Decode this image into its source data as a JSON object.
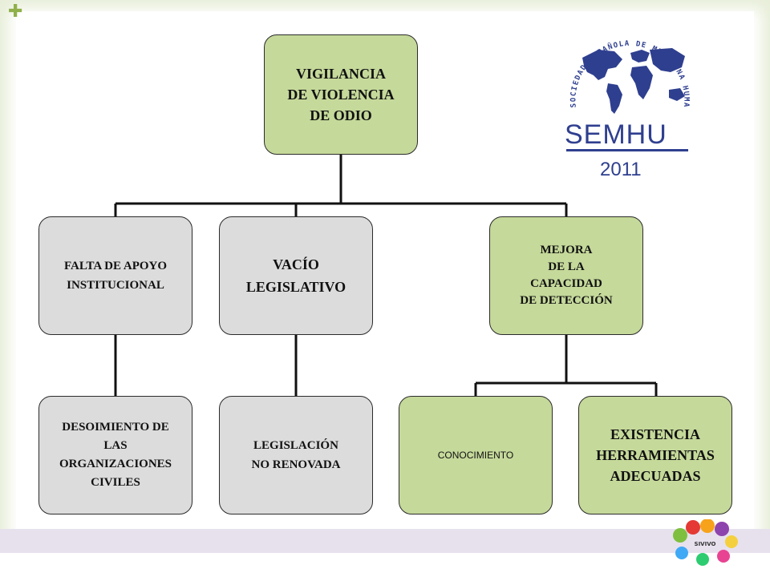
{
  "diagram": {
    "root": "VIGILANCIA \nDE VIOLENCIA\nDE ODIO",
    "level1": [
      "FALTA DE APOYO\nINSTITUCIONAL",
      "VACÍO\nLEGISLATIVO",
      "MEJORA\nDE LA\nCAPACIDAD\nDE DETECCIÓN"
    ],
    "level2": [
      "DESOIMIENTO DE\nLAS\nORGANIZACIONES\nCIVILES",
      "LEGISLACIÓN\nNO RENOVADA",
      "CONOCIMIENTO",
      "EXISTENCIA\nHERRAMIENTAS\nADECUADAS"
    ]
  },
  "logo": {
    "ring_text": "SOCIEDAD ESPAÑOLA DE MEDICINA HUMANITARIA",
    "acronym": "SEMHU",
    "year": "2011"
  },
  "footer_logo": {
    "label": "SIVIVO"
  },
  "colors": {
    "green_box": "#c5d99a",
    "grey_box": "#dcdcdc",
    "logo_blue": "#2f3f8f"
  }
}
